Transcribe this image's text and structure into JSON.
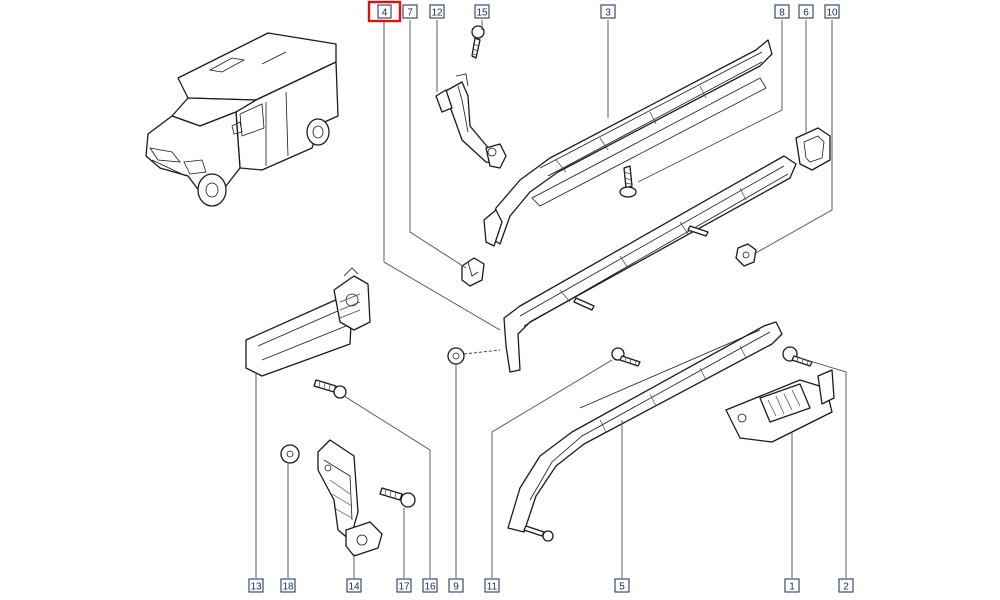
{
  "callouts": [
    {
      "id": "4",
      "label": "4",
      "highlighted": true
    },
    {
      "id": "12",
      "label": "12",
      "highlighted": false
    },
    {
      "id": "15",
      "label": "15",
      "highlighted": false
    },
    {
      "id": "3",
      "label": "3",
      "highlighted": false
    },
    {
      "id": "8",
      "label": "8",
      "highlighted": false
    },
    {
      "id": "6",
      "label": "6",
      "highlighted": false
    },
    {
      "id": "10",
      "label": "10",
      "highlighted": false
    },
    {
      "id": "7",
      "label": "7",
      "highlighted": false
    },
    {
      "id": "13",
      "label": "13",
      "highlighted": false
    },
    {
      "id": "18",
      "label": "18",
      "highlighted": false
    },
    {
      "id": "14",
      "label": "14",
      "highlighted": false
    },
    {
      "id": "17",
      "label": "17",
      "highlighted": false
    },
    {
      "id": "16",
      "label": "16",
      "highlighted": false
    },
    {
      "id": "9",
      "label": "9",
      "highlighted": false
    },
    {
      "id": "11",
      "label": "11",
      "highlighted": false
    },
    {
      "id": "5",
      "label": "5",
      "highlighted": false
    },
    {
      "id": "1",
      "label": "1",
      "highlighted": false
    },
    {
      "id": "2",
      "label": "2",
      "highlighted": false
    }
  ],
  "colors": {
    "highlight": "#e01010",
    "callout_border": "#2a3b60",
    "callout_text": "#1a2a55",
    "line_art": "#1a1a1a"
  }
}
